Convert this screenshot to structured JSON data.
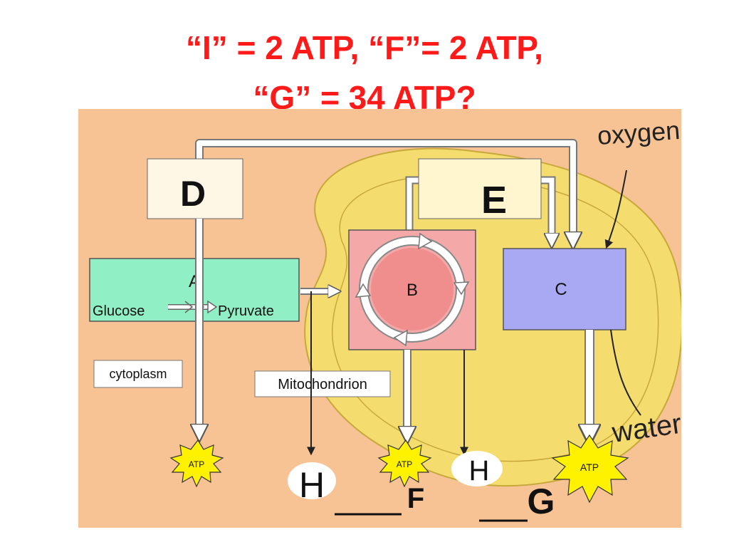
{
  "title": {
    "line1": "“I” = 2 ATP,  “F”= 2 ATP,",
    "line2": "“G” = 34 ATP?"
  },
  "diagram": {
    "box_a": {
      "letter": "A",
      "glucose": "Glucose",
      "pyruvate": "Pyruvate"
    },
    "box_b": {
      "letter": "B"
    },
    "box_c": {
      "letter": "C"
    },
    "box_d": {
      "letter": "D"
    },
    "box_e": {
      "letter": "E"
    },
    "labels": {
      "cytoplasm": "cytoplasm",
      "mitochondrion": "Mitochondrion",
      "oxygen": "oxygen",
      "water": "water"
    },
    "atp_label": "ATP",
    "products": {
      "h_left": "H",
      "h_right": "H",
      "f": "F",
      "g": "G"
    },
    "colors": {
      "background": "#f7c394",
      "mitochondrion": "#f5dc6e",
      "box_a": "#90efc4",
      "box_b": "#f4a8a8",
      "box_c": "#a9a9f3",
      "atp_star": "#fff200",
      "title": "#ff1a1a"
    }
  }
}
